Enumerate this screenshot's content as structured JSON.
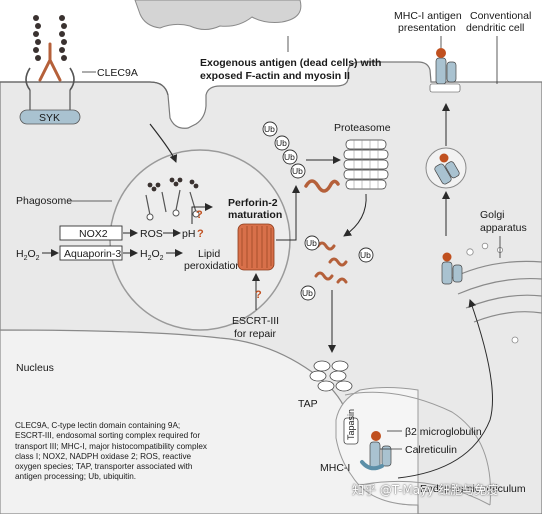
{
  "labels": {
    "clec9a": "CLEC9A",
    "syk": "SYK",
    "exogenous_line1": "Exogenous antigen (dead cells) with",
    "exogenous_line2": "exposed F-actin and myosin II",
    "mhc_presentation_line1": "MHC-I antigen",
    "mhc_presentation_line2": "presentation",
    "dendritic_line1": "Conventional",
    "dendritic_line2": "dendritic cell",
    "phagosome": "Phagosome",
    "nox2": "NOX2",
    "aquaporin3": "Aquaporin-3",
    "ros": "ROS",
    "ph": "pH",
    "h2o2_left": "H",
    "h2o2_right": "H",
    "lipid_line1": "Lipid",
    "lipid_line2": "peroxidation",
    "perforin_line1": "Perforin-2",
    "perforin_line2": "maturation",
    "proteasome": "Proteasome",
    "ub": "Ub",
    "golgi_line1": "Golgi",
    "golgi_line2": "apparatus",
    "escrt_line1": "ESCRT-III",
    "escrt_line2": "for repair",
    "nucleus": "Nucleus",
    "tap": "TAP",
    "tapasin": "Tapasin",
    "b2m": "β2 microglobulin",
    "calreticulin": "Calreticulin",
    "mhc1": "MHC-I",
    "er": "Endoplasmic reticulum",
    "question_mark": "?"
  },
  "legend_text": "CLEC9A, C-type lectin domain containing 9A; ESCRT-III, endosomal sorting complex required for transport III; MHC-I, major histocompatibility complex class I; NOX2, NADPH oxidase 2; ROS, reactive oxygen species; TAP, transporter associated with antigen processing; Ub, ubiquitin.",
  "watermark": "知乎 @T-Mayy-细胞与免疫",
  "colors": {
    "cell_fill": "#e9e9e9",
    "line": "#4a4a4a",
    "actin": "#3a3230",
    "myosin": "#b5603a",
    "perforin": "#d8704a",
    "receptor_blue": "#a9c2d0",
    "teal": "#5c8fa8",
    "question": "#c0501f"
  }
}
